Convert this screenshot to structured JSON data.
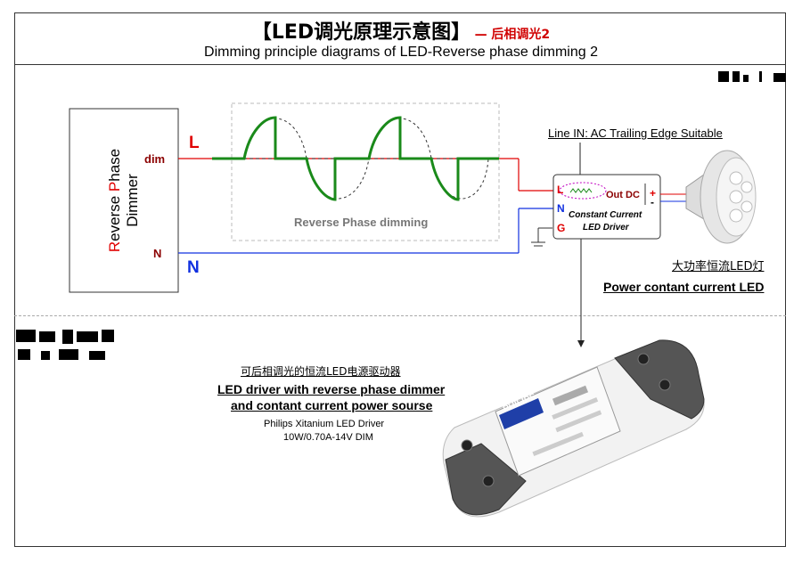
{
  "header": {
    "title": "【LED调光原理示意图】",
    "title_suffix": "— 后相调光2",
    "subtitle": "Dimming principle diagrams of LED-Reverse phase dimming 2"
  },
  "dimmer": {
    "line1_first": "R",
    "line1_rest": "everse ",
    "line1_p": "P",
    "line1_end": "hase",
    "line2": "Dimmer",
    "terminal_dim": "dim",
    "terminal_n": "N"
  },
  "lines": {
    "live_label": "L",
    "neutral_label": "N"
  },
  "waveform": {
    "caption": "Reverse Phase dimming"
  },
  "driver_block": {
    "line_in_label": "Line IN: AC Trailing Edge Suitable",
    "pin_l": "L",
    "pin_n": "N",
    "pin_g": "G",
    "out_dc": "Out DC",
    "plus": "+",
    "minus": "-",
    "name_line1": "Constant Current",
    "name_line2": "LED Driver"
  },
  "lamp": {
    "caption_cn": "大功率恒流LED灯",
    "caption_en": "Power contant current LED"
  },
  "product": {
    "caption_cn": "可后相调光的恒流LED电源驱动器",
    "caption_en_1": "LED driver with reverse phase dimmer",
    "caption_en_2": "and contant current power sourse",
    "model_1": "Philips Xitanium LED Driver",
    "model_2": "10W/0.70A-14V DIM",
    "brand": "PHILIPS"
  },
  "colors": {
    "live": "#e00000",
    "neutral": "#1030e0",
    "waveform": "#1a8a1a",
    "terminal": "#8b0000"
  }
}
